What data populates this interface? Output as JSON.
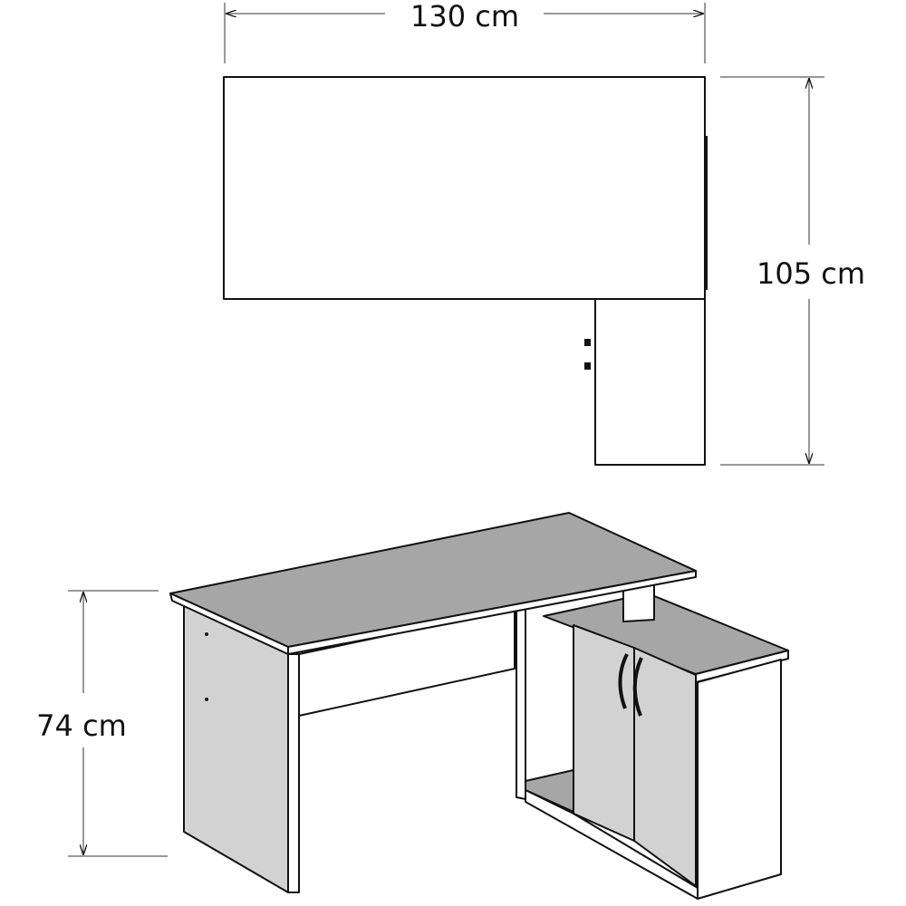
{
  "dimensions": {
    "width": "130 cm",
    "depth": "105 cm",
    "height": "74 cm"
  },
  "colors": {
    "line": "#111111",
    "top_surface": "#a6a6a6",
    "side_panel": "#d2d2d2",
    "background": "#ffffff"
  }
}
